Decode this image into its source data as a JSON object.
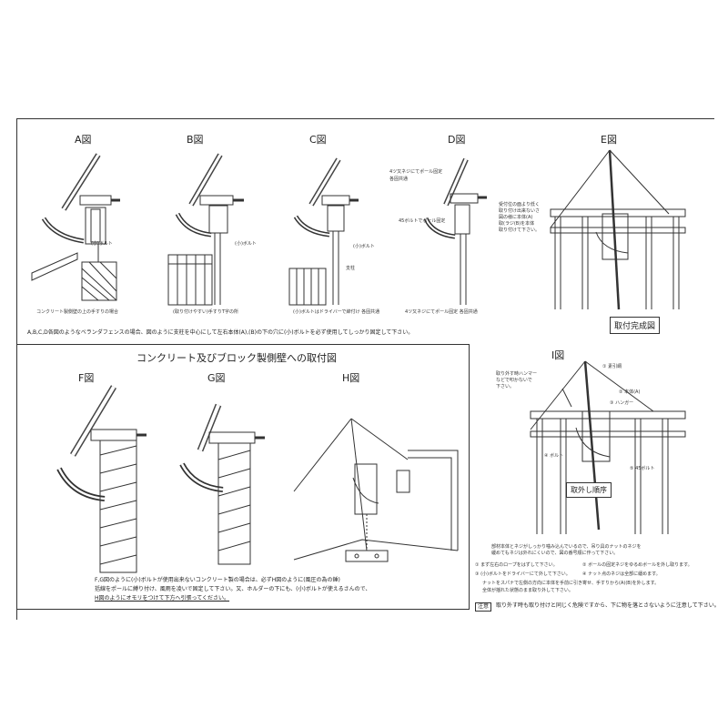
{
  "figures": {
    "a": {
      "label": "A図",
      "caption": "コンクリート製側壁の上の手すりの場合",
      "bolt": "(小)ボルト"
    },
    "b": {
      "label": "B図",
      "caption": "(取り付けやすい)手すりT字の所",
      "bolt": "(小)ボルト"
    },
    "c": {
      "label": "C図",
      "caption": "(小)ボルトはドライバーで締付け 各固共通",
      "bolt": "(小)ボルト",
      "post": "支柱"
    },
    "d": {
      "label": "D図",
      "caption": "4ツ又ネジにてポール固定 各固共通",
      "topnote1": "4ツ又ネジにてポール固定",
      "topnote2": "各固共通",
      "side": "45ボルトでポール固定",
      "note1": "受付位の面より低く",
      "note2": "取り付け出来ないさ",
      "note3": "図の様に本体(A)",
      "note4": "取(ラジ(B)を本体",
      "note5": "取り付けて下さい。"
    },
    "e": {
      "label": "E図",
      "stamp": "取付完成図"
    },
    "f": {
      "label": "F図"
    },
    "g": {
      "label": "G図"
    },
    "h": {
      "label": "H図"
    },
    "i": {
      "label": "I図",
      "stamp": "取外し順序",
      "n1": "取り外す時ハンマー",
      "n2": "などで叩かないで",
      "n3": "下さい。",
      "p1": "① 素引綱",
      "p2": "② 本体(A)",
      "p3": "③ ハンガー",
      "p4": "④ ボルト",
      "p5": "⑤ 45ボルト"
    }
  },
  "middle_note": "A,B,C,D各図のようなベランダフェンスの場合、図のように支柱を中心にして左右本体(A),(B)の下の穴に(小)ボルトを必ず使用してしっかり固定して下さい。",
  "panel": {
    "title": "コンクリート及びブロック製側壁への取付図",
    "note1": "F,G図のように(小)ボルトが使用出来ないコンクリート製の場合は、必ずH図のように(風圧の為の錘)",
    "note2": "括線をポールに縛り付け、風雨を凌いで固定して下さい。又、ホルダーの下にも、(小)ボルトが使えるさんので、",
    "note3": "H図のようにオモリをつけて下方へ引張ってください。"
  },
  "right_notes": {
    "r1": "部材本体とネジがしっかり噛み込んでいるので、吊り具のナットのネジを",
    "r2": "緩めてもネジは外れにくいので、図の番号順に作って下さい。",
    "s1": "① まず左右のロープをはずして下さい。",
    "s2": "② ボールの固定ネジをゆるめボールを外し取ります。",
    "s3": "③ (小)ボルトをドライバーにて外して下さい。",
    "s4": "④ ナット点のネジは全部に緩めます。",
    "s5": "ナットをスパナで左側の方向に本体を手前に引き寄せ、手すりから(A)(B)を外します。",
    "s6": "全体が揺れた状態のまま取り外して下さい。"
  },
  "caution": {
    "head": "注意",
    "text": "取り外す時も取り付けと同じく危険ですから、下に物を落とさないように注意して下さい。"
  },
  "colors": {
    "line": "#333333",
    "paper": "#ffffff"
  }
}
